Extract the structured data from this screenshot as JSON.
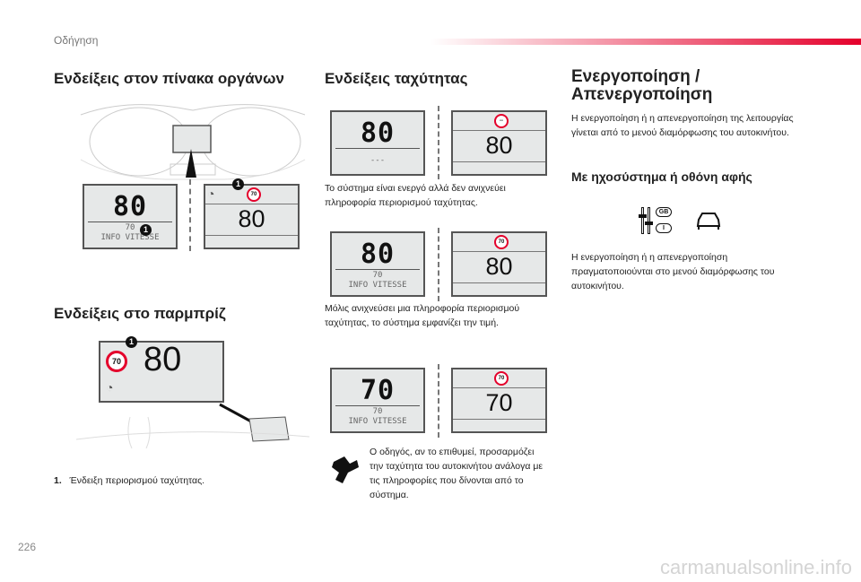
{
  "header": {
    "section": "Οδήγηση",
    "page_number": "226",
    "watermark": "carmanualsonline.info"
  },
  "col1": {
    "title1": "Ενδείξεις στον πίνακα οργάνων",
    "lcd": {
      "speed": "80",
      "limit": "70",
      "label": "INFO VITESSE"
    },
    "tft": {
      "sign": "70",
      "speed": "80"
    },
    "callout": "1",
    "title2": "Ενδείξεις στο παρμπρίζ",
    "hud": {
      "sign": "70",
      "speed": "80"
    },
    "footnote_num": "1.",
    "footnote": "Ένδειξη περιορισμού ταχύτητας."
  },
  "col2": {
    "title": "Ενδείξεις ταχύτητας",
    "rows": [
      {
        "lcd_speed": "80",
        "lcd_limit": "---",
        "lcd_label": "",
        "tft_sign": "--",
        "tft_speed": "80",
        "text": "Το σύστημα είναι ενεργό αλλά δεν ανιχνεύει πληροφορία περιορισμού ταχύτητας."
      },
      {
        "lcd_speed": "80",
        "lcd_limit": "70",
        "lcd_label": "INFO VITESSE",
        "tft_sign": "70",
        "tft_speed": "80",
        "text": "Μόλις ανιχνεύσει μια πληροφορία περιορισμού ταχύτητας, το σύστημα εμφανίζει την τιμή."
      },
      {
        "lcd_speed": "70",
        "lcd_limit": "70",
        "lcd_label": "INFO VITESSE",
        "tft_sign": "70",
        "tft_speed": "70",
        "text": ""
      }
    ],
    "driver_text": "Ο οδηγός, αν το επιθυμεί, προσαρμόζει την ταχύτητα του αυτοκινήτου ανάλογα με τις πληροφορίες που δίνονται από το σύστημα."
  },
  "col3": {
    "title_line1": "Ενεργοποίηση /",
    "title_line2": "Απενεργοποίηση",
    "text1": "Η ενεργοποίηση ή η απενεργοποίηση της λειτουργίας γίνεται από το μενού διαμόρφωσης του αυτοκινήτου.",
    "subtitle": "Με ηχοσύστημα ή οθόνη αφής",
    "icon_gb": "GB",
    "icon_i": "I",
    "text2": "Η ενεργοποίηση ή η απενεργοποίηση πραγματοποιούνται στο μενού διαμόρφωσης του αυτοκινήτου."
  },
  "colors": {
    "accent": "#e4002b",
    "display_bg": "#e6e8e8"
  }
}
